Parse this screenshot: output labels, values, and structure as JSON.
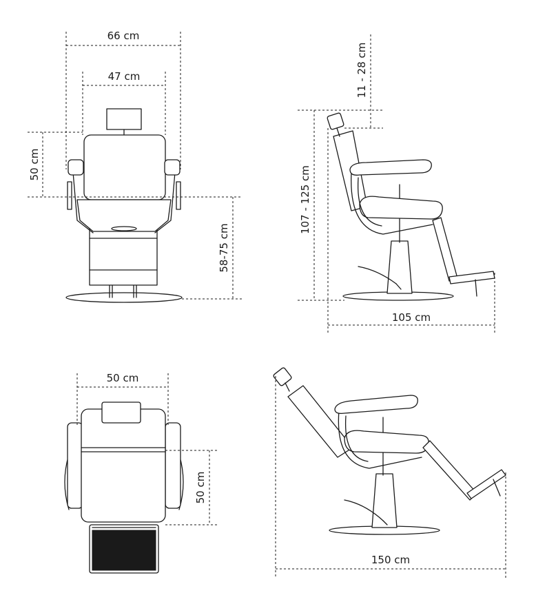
{
  "dimensions": {
    "front_overall_width": "66 cm",
    "front_seat_width": "47 cm",
    "front_backrest_height": "50 cm",
    "front_seat_height": "58-75 cm",
    "side_headrest_adjust": "11 - 28 cm",
    "side_total_height": "107 - 125 cm",
    "side_depth": "105 cm",
    "top_width": "50 cm",
    "top_depth": "50 cm",
    "reclined_length": "150 cm"
  },
  "colors": {
    "line": "#1a1a1a",
    "background": "#ffffff"
  }
}
